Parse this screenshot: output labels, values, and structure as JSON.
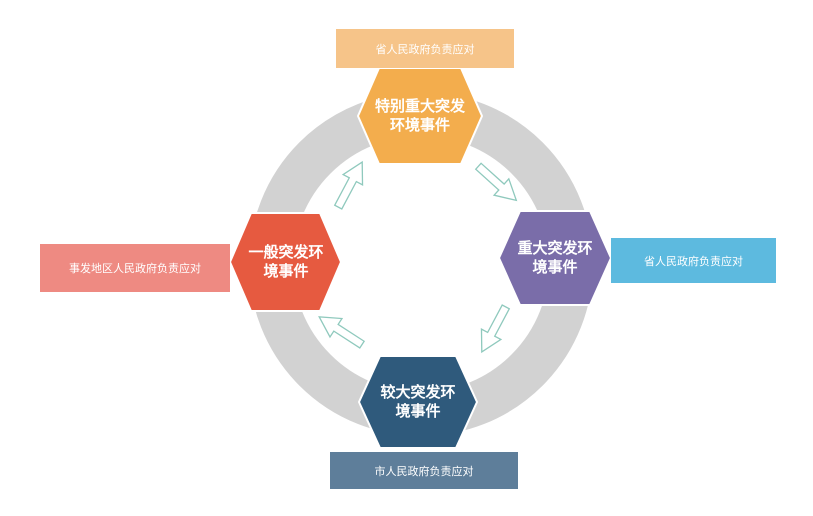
{
  "colors": {
    "ring": "#d2d2d2",
    "arrow_stroke": "#8fc9bd",
    "hex_top": "#f3ad4d",
    "hex_right": "#7a6da9",
    "hex_bottom": "#2f5a7c",
    "hex_left": "#e65a40",
    "box_top": "#f6c489",
    "box_right": "#5dbadf",
    "box_bottom": "#5e7e9a",
    "box_left": "#ee8a82"
  },
  "events": {
    "top": "特别重大突发\n环境事件",
    "right": "重大突发环\n境事件",
    "bottom": "较大突发环\n境事件",
    "left": "一般突发环\n境事件"
  },
  "responders": {
    "top": "省人民政府负责应对",
    "right": "省人民政府负责应对",
    "bottom": "市人民政府负责应对",
    "left": "事发地区人民政府负责应对"
  }
}
